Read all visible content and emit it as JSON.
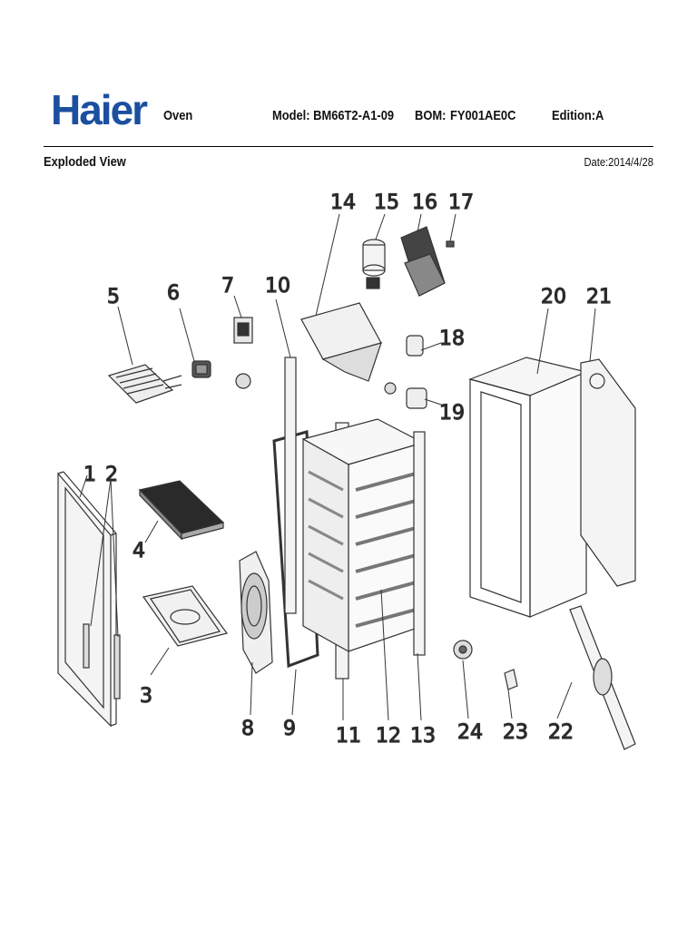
{
  "brand": "Haier",
  "header": {
    "product": "Oven",
    "model": "Model: BM66T2-A1-09",
    "bom_label": "BOM:",
    "bom_value": "FY001AE0C",
    "edition": "Edition:A"
  },
  "section_title": "Exploded View",
  "date": "Date:2014/4/28",
  "callouts": [
    "1",
    "2",
    "3",
    "4",
    "5",
    "6",
    "7",
    "8",
    "9",
    "10",
    "11",
    "12",
    "13",
    "14",
    "15",
    "16",
    "17",
    "18",
    "19",
    "20",
    "21",
    "22",
    "23",
    "24"
  ]
}
